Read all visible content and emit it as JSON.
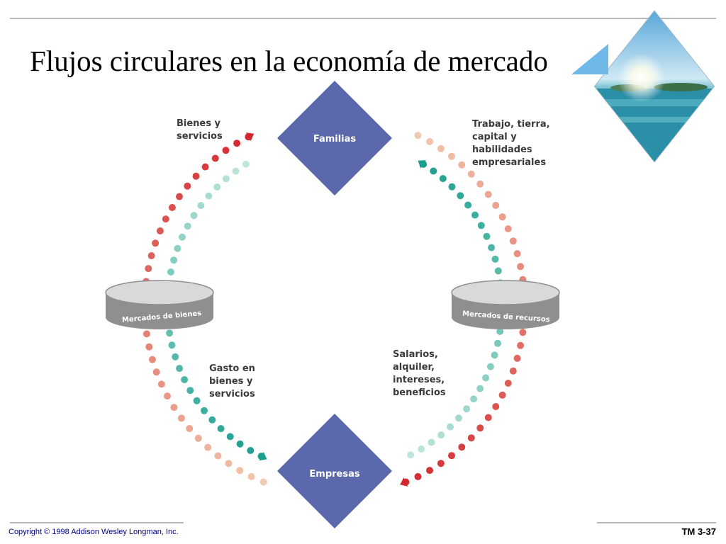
{
  "slide": {
    "title": "Flujos circulares en la economía de mercado",
    "copyright": "Copyright © 1998 Addison Wesley Longman, Inc.",
    "slide_number": "TM 3-37"
  },
  "diagram": {
    "nodes": {
      "households": "Familias",
      "firms": "Empresas",
      "goods_market": "Mercados de bienes",
      "resource_market": "Mercados de recursos"
    },
    "labels": {
      "goods_services_line1": "Bienes y",
      "goods_services_line2": "servicios",
      "resources_line1": "Trabajo, tierra,",
      "resources_line2": "capital y",
      "resources_line3": "habilidades",
      "resources_line4": "empresariales",
      "spending_line1": "Gasto en",
      "spending_line2": "bienes y",
      "spending_line3": "servicios",
      "income_line1": "Salarios,",
      "income_line2": "alquiler,",
      "income_line3": "intereses,",
      "income_line4": "beneficios"
    },
    "colors": {
      "node": "#5b68ab",
      "market": "#8f8f8f",
      "real_flow_dark": "#d2282f",
      "real_flow_light": "#f3c9ae",
      "money_flow_dark": "#1a9f8e",
      "money_flow_light": "#bfe6dd"
    }
  },
  "decoration": {
    "icon": "tropical-beach-diamond-icon"
  }
}
